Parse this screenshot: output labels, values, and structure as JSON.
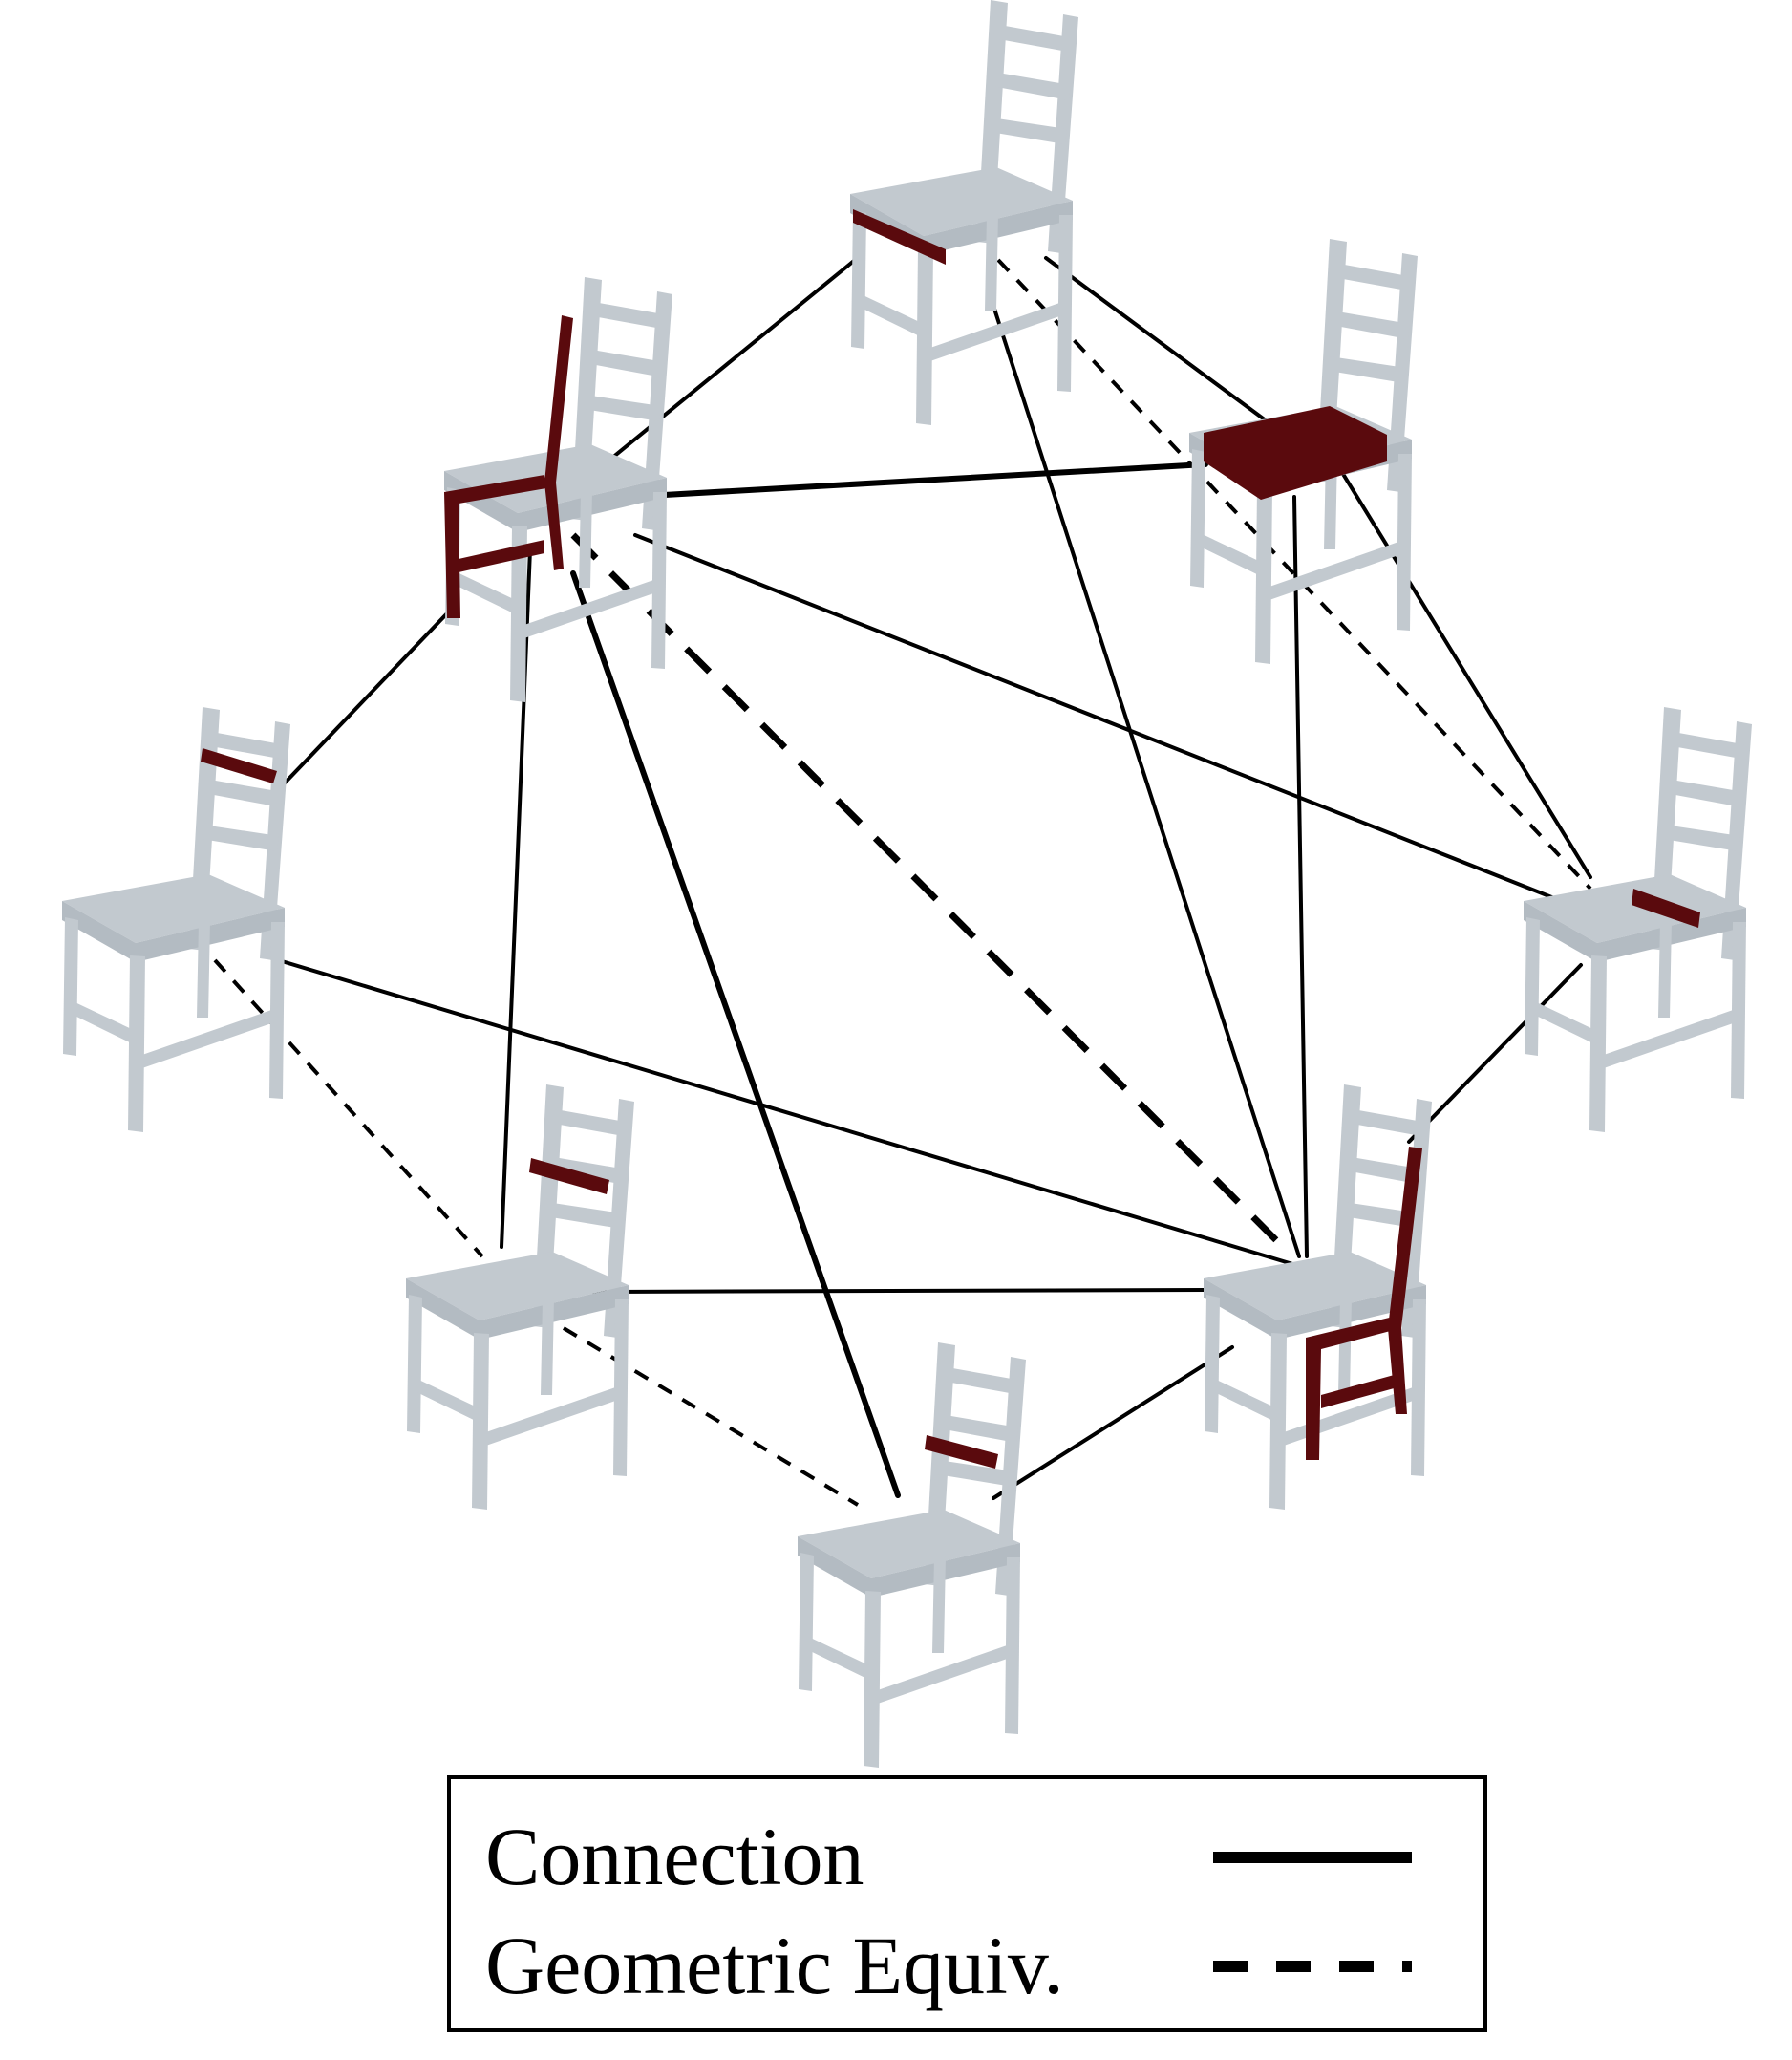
{
  "diagram": {
    "nodes": [
      {
        "id": "top",
        "highlight": "seat-front-rail"
      },
      {
        "id": "upper-left",
        "highlight": "left-side-frame"
      },
      {
        "id": "upper-right",
        "highlight": "seat"
      },
      {
        "id": "left",
        "highlight": "top-back-rail"
      },
      {
        "id": "right",
        "highlight": "seat-side-rail"
      },
      {
        "id": "lower-left",
        "highlight": "middle-back-rail"
      },
      {
        "id": "lower-right",
        "highlight": "right-side-frame"
      },
      {
        "id": "bottom",
        "highlight": "lower-back-rail"
      }
    ],
    "edges": [
      {
        "from": "top",
        "to": "upper-left",
        "type": "connection"
      },
      {
        "from": "top",
        "to": "upper-right",
        "type": "connection"
      },
      {
        "from": "top",
        "to": "right",
        "type": "geometric-equiv"
      },
      {
        "from": "top",
        "to": "lower-right",
        "type": "connection"
      },
      {
        "from": "upper-left",
        "to": "upper-right",
        "type": "connection"
      },
      {
        "from": "upper-left",
        "to": "left",
        "type": "connection"
      },
      {
        "from": "upper-left",
        "to": "right",
        "type": "connection"
      },
      {
        "from": "upper-left",
        "to": "lower-left",
        "type": "connection"
      },
      {
        "from": "upper-left",
        "to": "bottom",
        "type": "connection"
      },
      {
        "from": "upper-left",
        "to": "lower-right",
        "type": "geometric-equiv"
      },
      {
        "from": "upper-right",
        "to": "right",
        "type": "connection"
      },
      {
        "from": "upper-right",
        "to": "lower-right",
        "type": "connection"
      },
      {
        "from": "left",
        "to": "lower-left",
        "type": "geometric-equiv"
      },
      {
        "from": "left",
        "to": "lower-right",
        "type": "connection"
      },
      {
        "from": "lower-left",
        "to": "lower-right",
        "type": "connection"
      },
      {
        "from": "lower-left",
        "to": "bottom",
        "type": "geometric-equiv"
      },
      {
        "from": "bottom",
        "to": "lower-right",
        "type": "connection"
      },
      {
        "from": "right",
        "to": "lower-right",
        "type": "connection"
      }
    ]
  },
  "legend": {
    "connection_label": "Connection",
    "geometric_label": "Geometric Equiv."
  },
  "colors": {
    "chair": "#c2c9cf",
    "highlight": "#5a0a0d",
    "edge": "#000000"
  }
}
